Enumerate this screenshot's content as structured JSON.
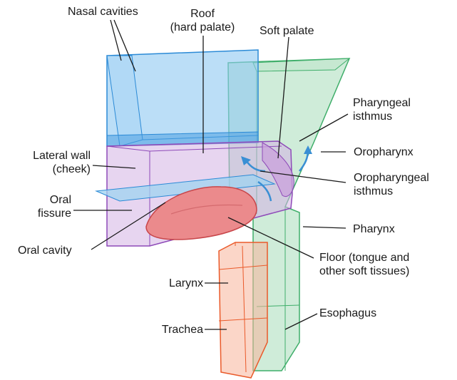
{
  "labels": {
    "nasal_cavities": "Nasal cavities",
    "roof_line1": "Roof",
    "roof_line2": "(hard palate)",
    "soft_palate": "Soft palate",
    "pharyngeal_isthmus_line1": "Pharyngeal",
    "pharyngeal_isthmus_line2": "isthmus",
    "lateral_wall_line1": "Lateral wall",
    "lateral_wall_line2": "(cheek)",
    "oropharynx": "Oropharynx",
    "oropharyngeal_isthmus_line1": "Oropharyngeal",
    "oropharyngeal_isthmus_line2": "isthmus",
    "oral_fissure_line1": "Oral",
    "oral_fissure_line2": "fissure",
    "pharynx": "Pharynx",
    "oral_cavity": "Oral cavity",
    "floor_line1": "Floor (tongue and",
    "floor_line2": "other soft tissues)",
    "larynx": "Larynx",
    "esophagus": "Esophagus",
    "trachea": "Trachea"
  },
  "colors": {
    "nasal_blue": "#5aaee8",
    "oral_purple": "#b98ad0",
    "pharynx_green": "#7cc99a",
    "tongue_pink": "#e06a6e",
    "trachea_orange": "#f07a4a"
  }
}
